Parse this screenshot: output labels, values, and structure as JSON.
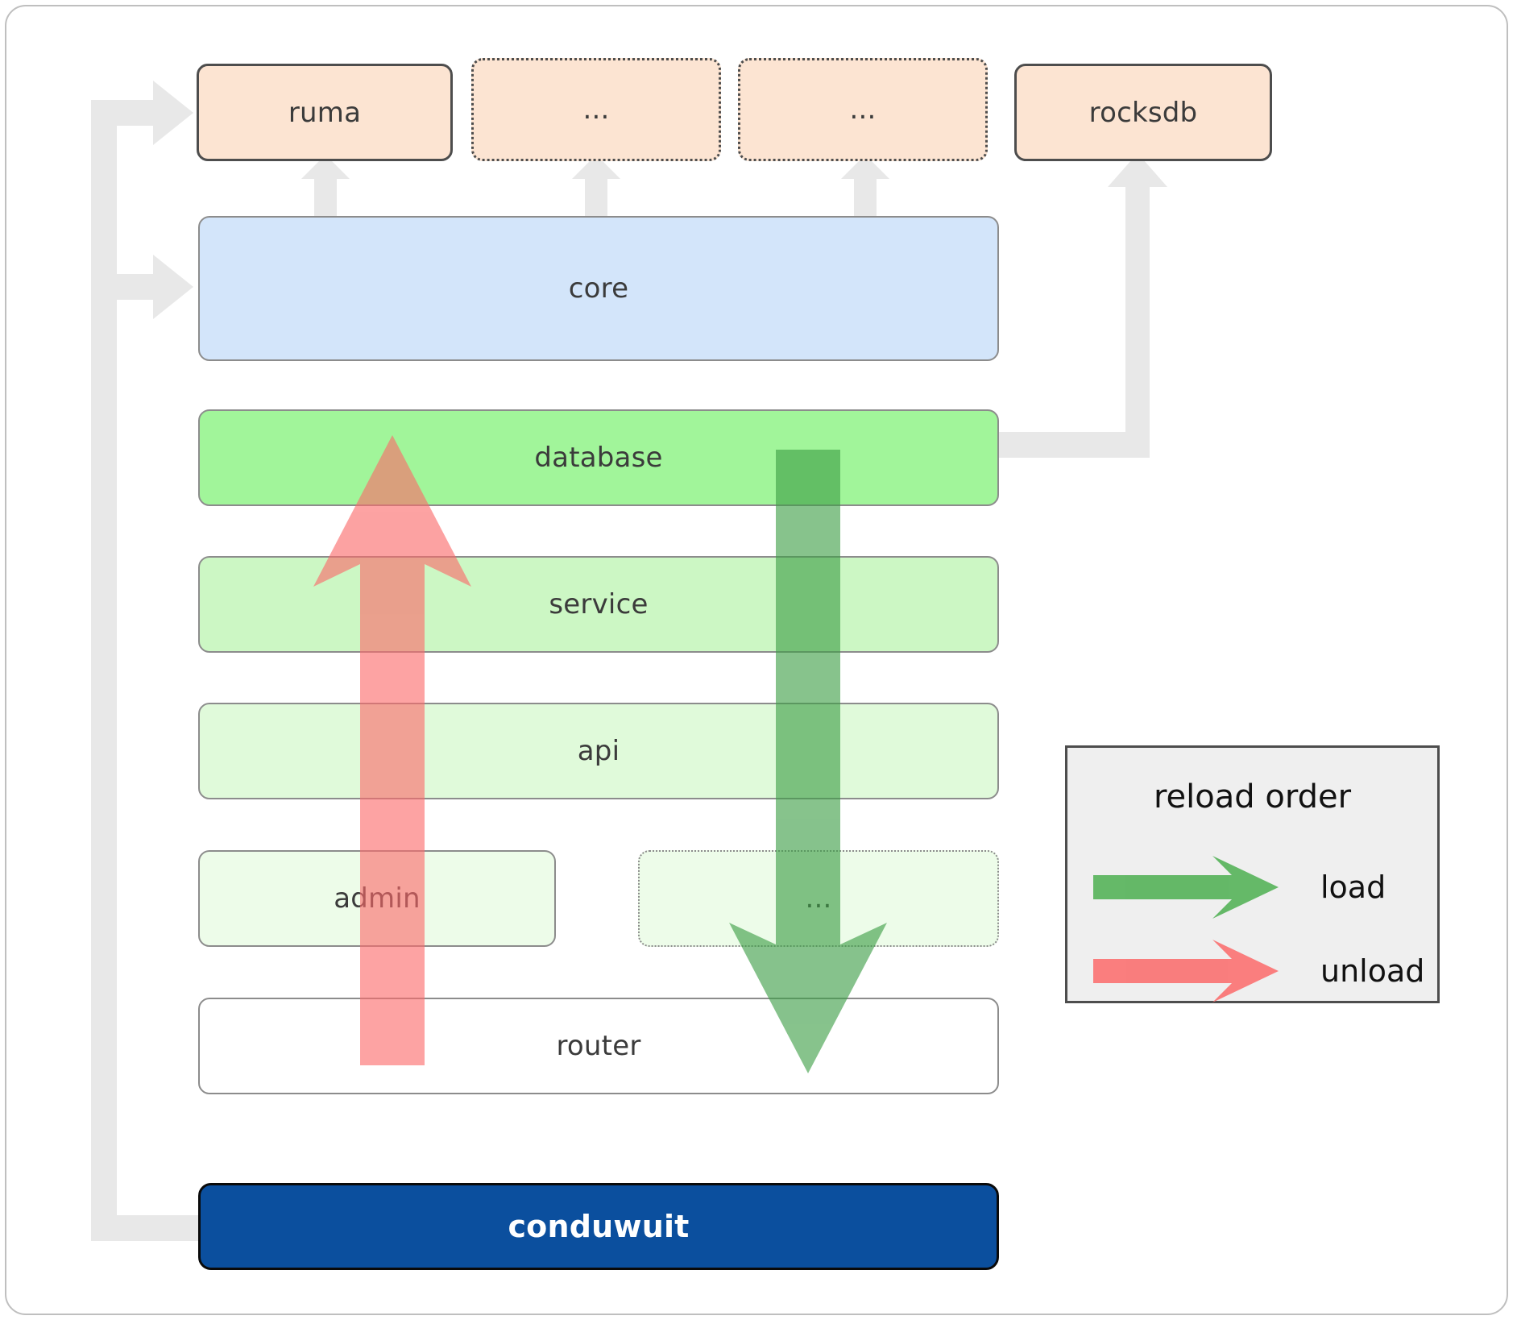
{
  "diagram": {
    "title": "conduwuit crate / reload order architecture",
    "colors": {
      "crate_fill": "#fce4d2",
      "crate_stroke": "#4d4d4d",
      "core_fill": "#d3e5fa",
      "database_fill": "#a1f59a",
      "service_fill": "#ccf7c4",
      "api_fill": "#e0fada",
      "admin_fill": "#edfce9",
      "router_fill": "#ffffff",
      "root_fill": "#0b4f9e",
      "load_arrow": "#4caf50",
      "unload_arrow": "#f98080",
      "connector": "#e8e8e8",
      "legend_bg": "#efefef"
    },
    "top_crates": [
      {
        "label": "ruma",
        "style": "solid"
      },
      {
        "label": "...",
        "style": "dotted"
      },
      {
        "label": "...",
        "style": "dotted"
      },
      {
        "label": "rocksdb",
        "style": "solid"
      }
    ],
    "layers": [
      {
        "label": "core",
        "style": "solid",
        "kind": "core"
      },
      {
        "label": "database",
        "style": "solid",
        "kind": "database"
      },
      {
        "label": "service",
        "style": "solid",
        "kind": "service"
      },
      {
        "label": "api",
        "style": "solid",
        "kind": "api"
      },
      {
        "label": "admin",
        "style": "solid",
        "kind": "admin"
      },
      {
        "label": "...",
        "style": "dotted",
        "kind": "admin-dots"
      },
      {
        "label": "router",
        "style": "solid",
        "kind": "router"
      }
    ],
    "root": {
      "label": "conduwuit"
    },
    "legend": {
      "title": "reload order",
      "items": [
        {
          "label": "load",
          "color": "#4caf50",
          "direction": "down"
        },
        {
          "label": "unload",
          "color": "#f98080",
          "direction": "up"
        }
      ]
    },
    "arrows": {
      "load": {
        "label": "load",
        "direction": "down",
        "color": "#4caf50"
      },
      "unload": {
        "label": "unload",
        "direction": "up",
        "color": "#f98080"
      }
    }
  }
}
